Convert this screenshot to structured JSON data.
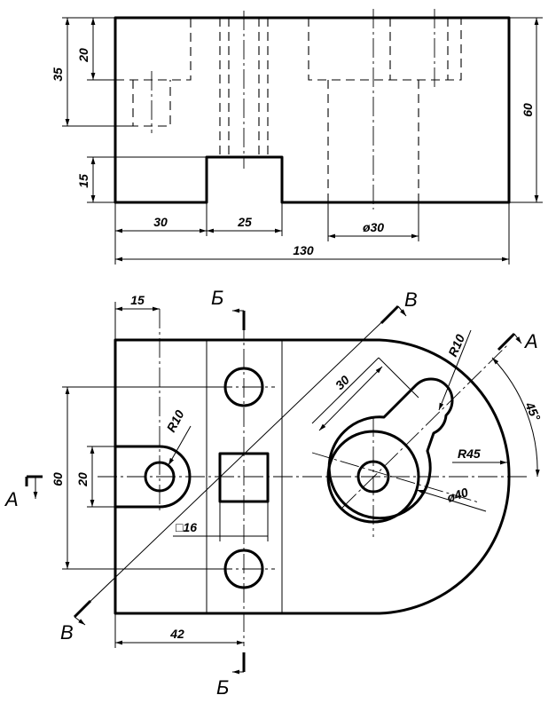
{
  "front_view": {
    "dims": {
      "d20": "20",
      "d35": "35",
      "d15": "15",
      "d60": "60",
      "d30": "30",
      "d25": "25",
      "dphi30": "ø30",
      "d130": "130"
    }
  },
  "top_view": {
    "dims": {
      "d15": "15",
      "dR10a": "R10",
      "dR10b": "R10",
      "d30": "30",
      "d45deg": "45°",
      "dR45": "R45",
      "d60": "60",
      "d20": "20",
      "dphi40": "ø40",
      "dsq16": "□16",
      "d42": "42"
    },
    "section_labels": {
      "B_top": "Б",
      "B_bottom": "Б",
      "V_top": "В",
      "V_bottom": "В",
      "A_right": "А",
      "A_left": "А"
    }
  }
}
